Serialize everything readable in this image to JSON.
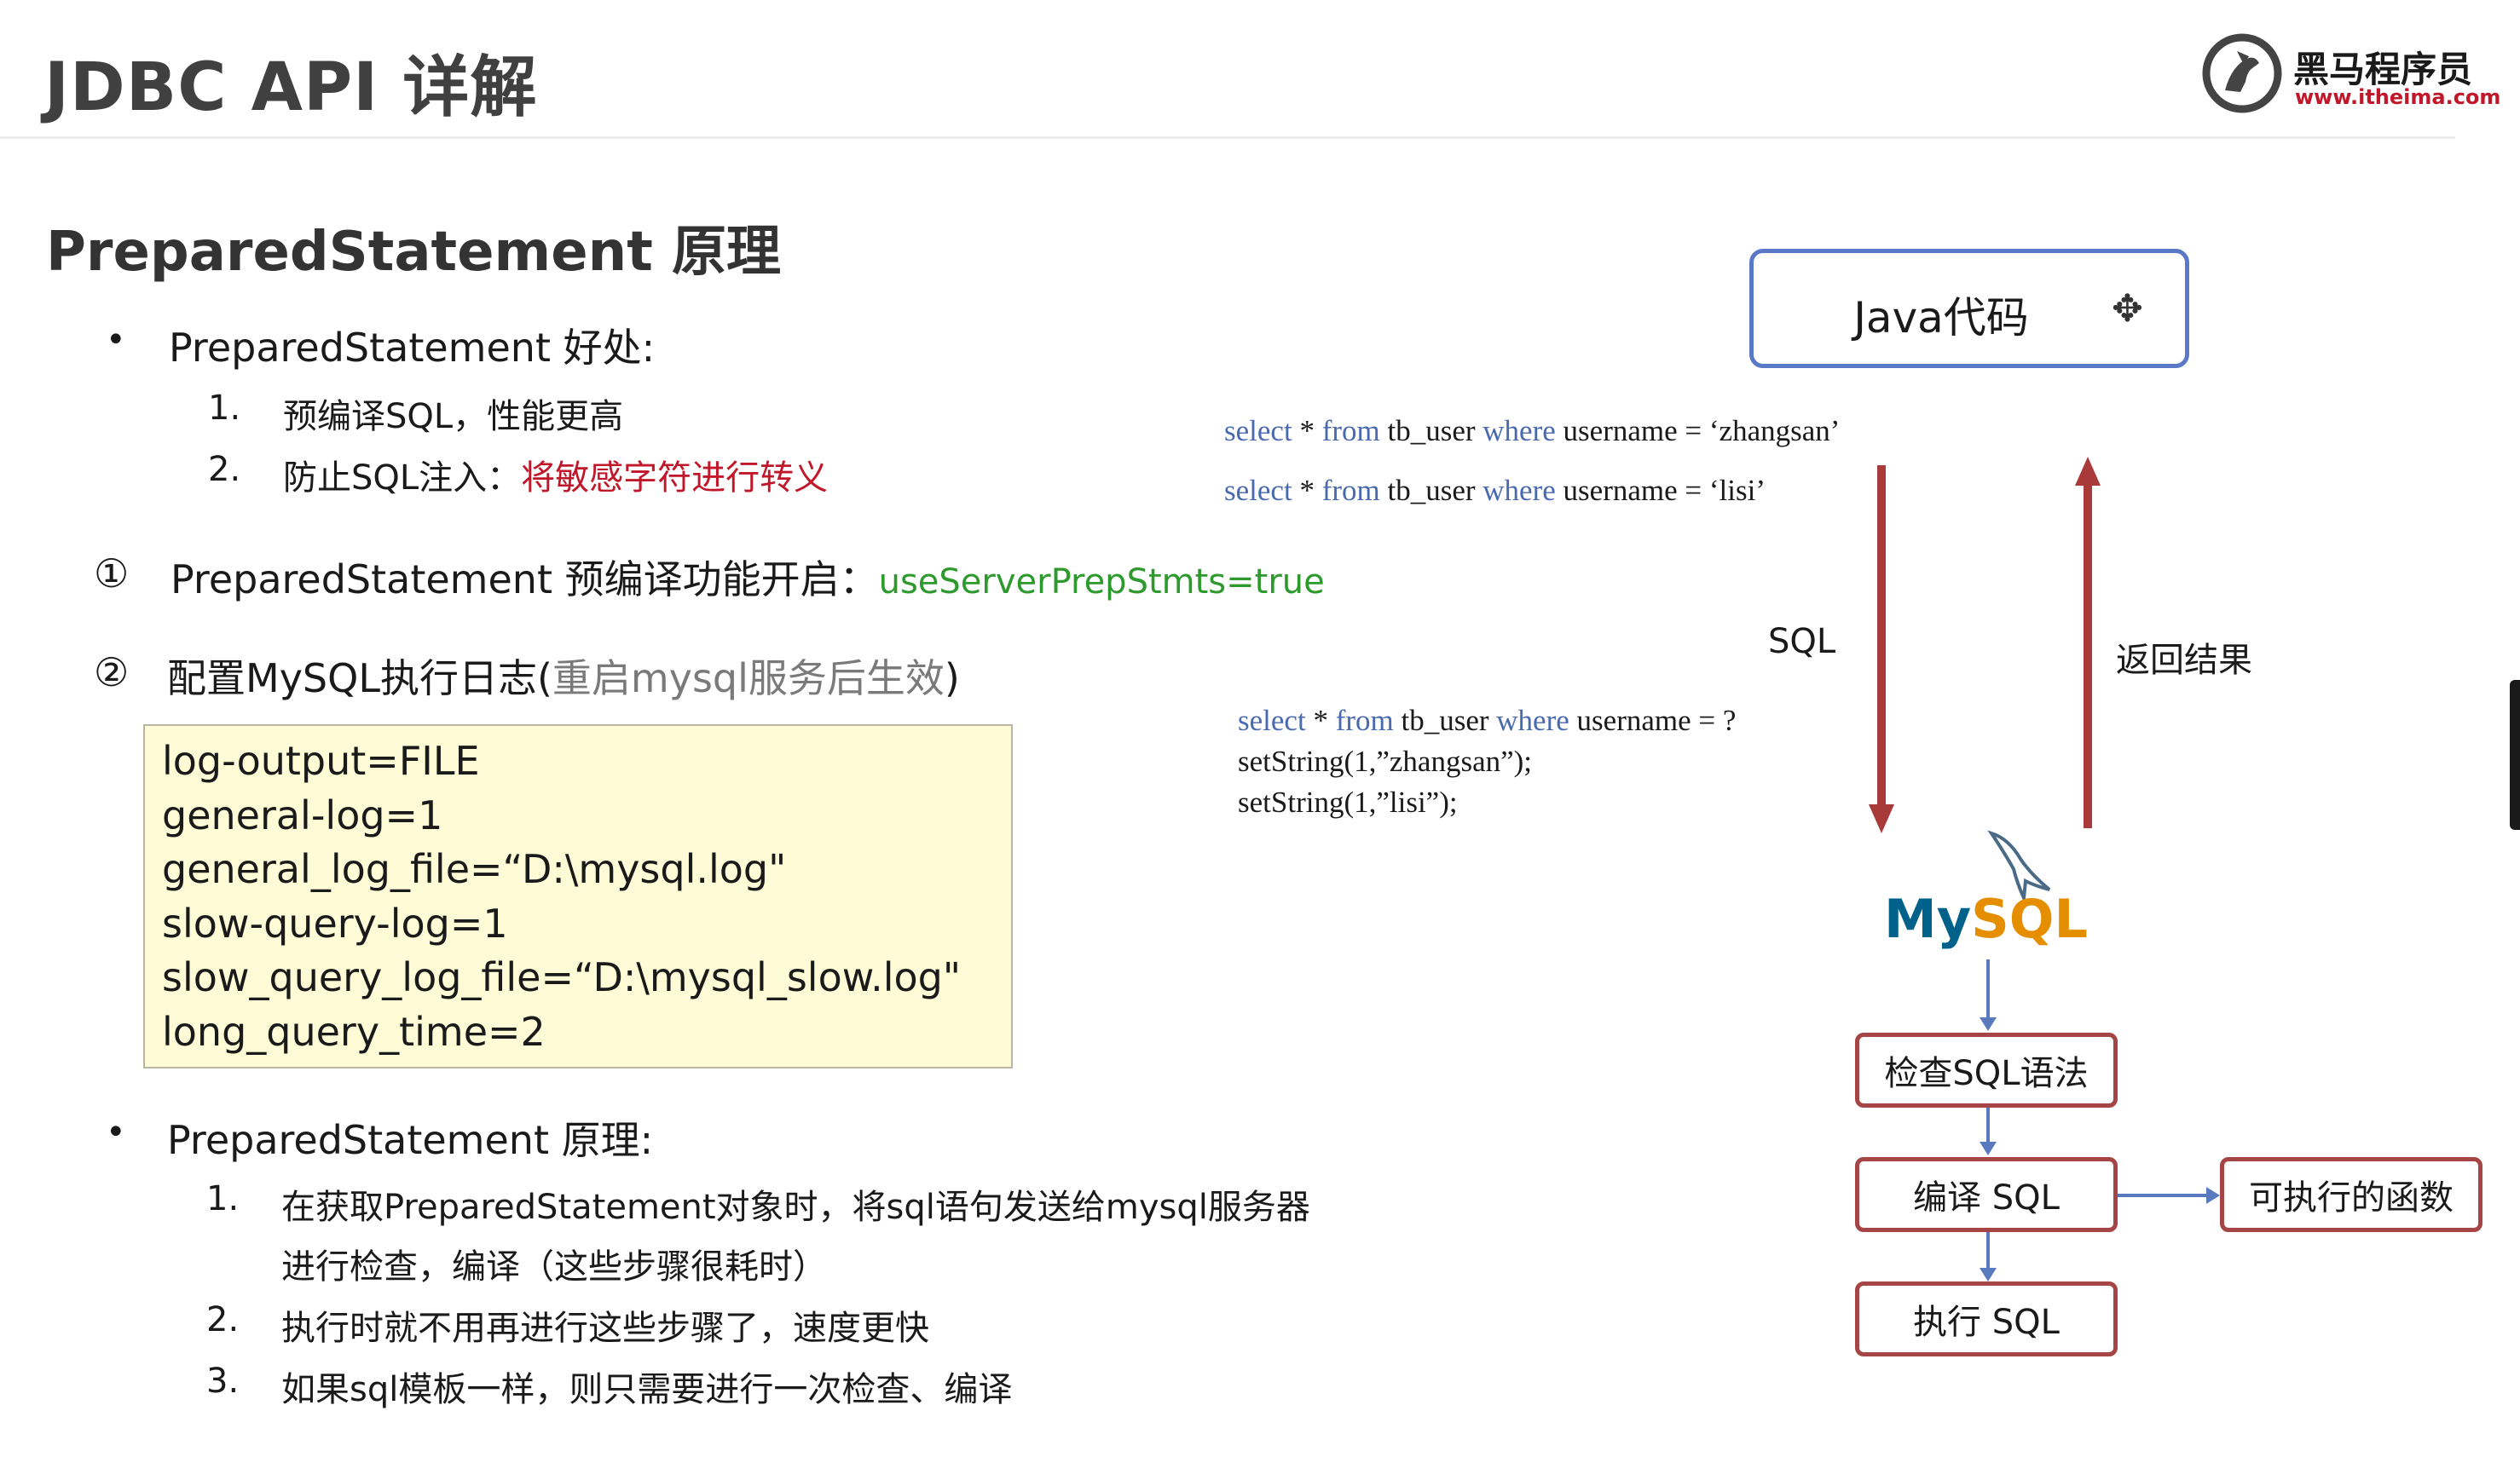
{
  "header": {
    "title": "JDBC API 详解",
    "logo_name": "黑马程序员",
    "logo_url": "www.itheima.com"
  },
  "subtitle": "PreparedStatement 原理",
  "benefits": {
    "heading": "PreparedStatement 好处:",
    "items": [
      {
        "num": "1.",
        "text": "预编译SQL，性能更高"
      },
      {
        "num": "2.",
        "text": "防止SQL注入：",
        "highlight": "将敏感字符进行转义"
      }
    ]
  },
  "step1": {
    "marker": "①",
    "text": "PreparedStatement 预编译功能开启：",
    "code": "useServerPrepStmts=true"
  },
  "step2": {
    "marker": "②",
    "text": "配置MySQL执行日志(",
    "note": "重启mysql服务后生效",
    "close": ")"
  },
  "log_config": [
    "log-output=FILE",
    "general-log=1",
    "general_log_file=“D:\\mysql.log\"",
    "slow-query-log=1",
    "slow_query_log_file=“D:\\mysql_slow.log\"",
    "long_query_time=2"
  ],
  "principle": {
    "heading": "PreparedStatement 原理:",
    "items": [
      {
        "num": "1.",
        "text": "在获取PreparedStatement对象时，将sql语句发送给mysql服务器"
      },
      {
        "num": "",
        "text": "进行检查，编译（这些步骤很耗时）"
      },
      {
        "num": "2.",
        "text": "执行时就不用再进行这些步骤了，速度更快"
      },
      {
        "num": "3.",
        "text": "如果sql模板一样，则只需要进行一次检查、编译"
      }
    ]
  },
  "diagram": {
    "java_box": "Java代码",
    "query1": {
      "kw1": "select",
      "star": " * ",
      "kw2": "from",
      "table": " tb_user ",
      "kw3": "where",
      "cond": " username = ‘zhangsan’"
    },
    "query2": {
      "kw1": "select",
      "star": " * ",
      "kw2": "from",
      "table": " tb_user ",
      "kw3": "where",
      "cond": " username = ‘lisi’"
    },
    "prepared": {
      "kw1": "select",
      "star": " * ",
      "kw2": "from",
      "table": " tb_user ",
      "kw3": "where",
      "cond": " username = ?"
    },
    "set1": "setString(1,”zhangsan”);",
    "set2": "setString(1,”lisi”);",
    "sql_label": "SQL",
    "return_label": "返回结果",
    "mysql_my": "My",
    "mysql_sql": "SQL",
    "box_check": "检查SQL语法",
    "box_compile": "编译 SQL",
    "box_exec_func": "可执行的函数",
    "box_execute": "执行 SQL"
  },
  "colors": {
    "arrow": "#a83a3a",
    "flow_border": "#a54545",
    "java_border": "#5a78c8",
    "sql_keyword": "#4a6ab0",
    "highlight_red": "#c0182a",
    "code_green": "#2e9a2e",
    "log_bg": "#fefbd6"
  }
}
